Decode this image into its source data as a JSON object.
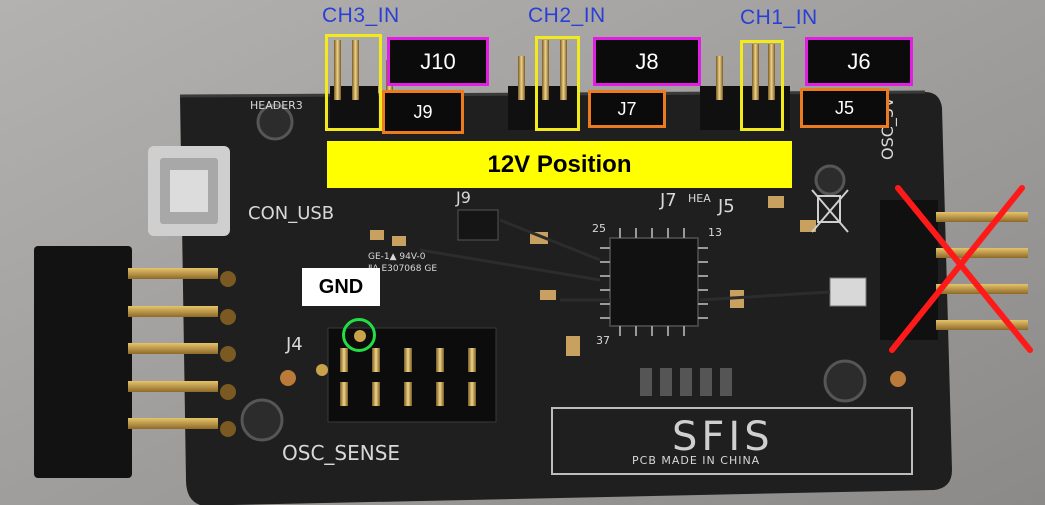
{
  "image": {
    "description_colors": {
      "pcb": "#1e1e1e",
      "background": "#9a9896",
      "header_pin": "#c9a24a"
    }
  },
  "annotations": {
    "channels": [
      {
        "label": "CH3_IN"
      },
      {
        "label": "CH2_IN"
      },
      {
        "label": "CH1_IN"
      }
    ],
    "jumpers_top": [
      "J10",
      "J8",
      "J6"
    ],
    "jumpers_bottom": [
      "J9",
      "J7",
      "J5"
    ],
    "banner": "12V Position",
    "gnd": "GND",
    "colors": {
      "channel_text": "#2a3fd6",
      "yellow": "#f2ea1a",
      "magenta": "#e21ee2",
      "orange": "#ec7a1e",
      "banner": "#ffff00",
      "gnd_ring": "#22dd44",
      "cross": "#ff1a1a"
    }
  },
  "silkscreen": {
    "header3": "HEADER3",
    "con_usb": "CON_USB",
    "osc_sense": "OSC_SENSE",
    "osc_3v": "OSC_3V",
    "j4": "J4",
    "j9": "J9",
    "j7": "J7",
    "j5": "J5",
    "hea": "HEA",
    "brand": "SFIS",
    "made_in": "PCB MADE IN CHINA",
    "pin25": "25",
    "pin13": "13",
    "pin37": "37",
    "cert": "GE-1▲ 94V-0",
    "lot": "ⅡA E307068 GE"
  }
}
